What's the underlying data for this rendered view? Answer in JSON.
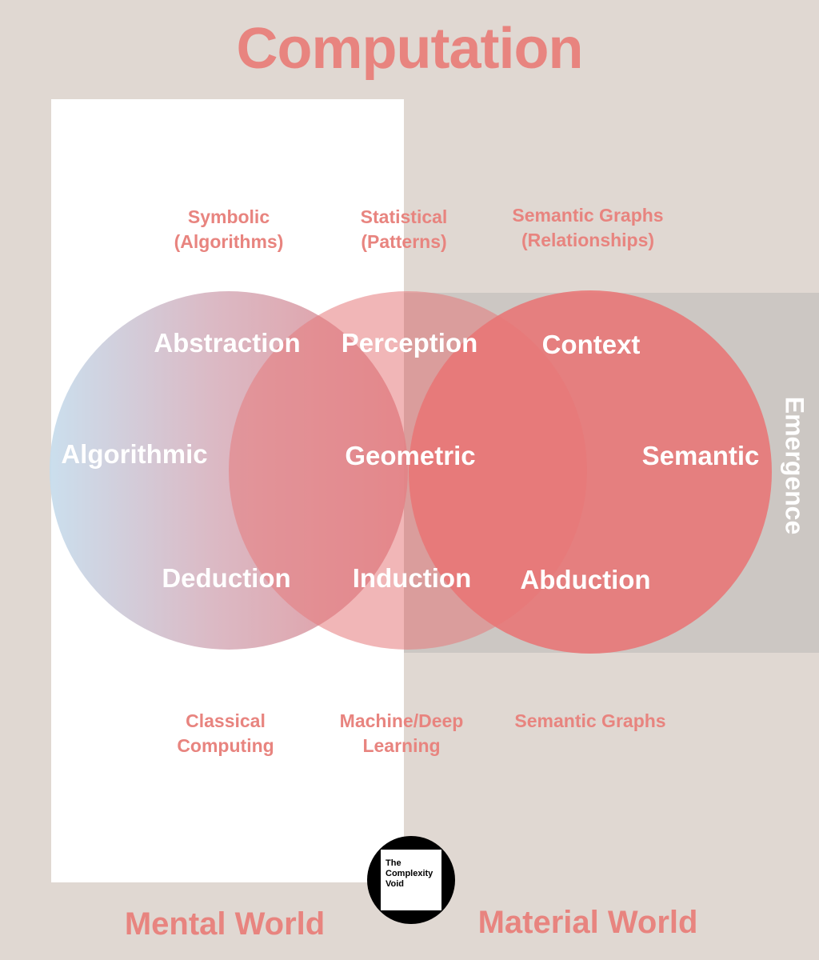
{
  "title": "Computation",
  "top_labels": {
    "symbolic": "Symbolic\n(Algorithms)",
    "statistical": "Statistical\n(Patterns)",
    "semantic_graphs": "Semantic Graphs\n(Relationships)"
  },
  "circle_labels": {
    "abstraction": "Abstraction",
    "perception": "Perception",
    "context": "Context",
    "algorithmic": "Algorithmic",
    "geometric": "Geometric",
    "semantic": "Semantic",
    "deduction": "Deduction",
    "induction": "Induction",
    "abduction": "Abduction"
  },
  "emergence": "Emergence",
  "bottom_labels": {
    "classical": "Classical\nComputing",
    "machine": "Machine/Deep\nLearning",
    "semantic_graphs": "Semantic Graphs"
  },
  "worlds": {
    "mental": "Mental World",
    "material": "Material World"
  },
  "logo": {
    "text": "The\nComplexity\nVoid"
  },
  "colors": {
    "background": "#e0d8d2",
    "accent": "#e8847f",
    "circle_red": "#e87878",
    "circle_blue_tint": "#c8dcec",
    "emergence_band": "#ccc7c3"
  }
}
